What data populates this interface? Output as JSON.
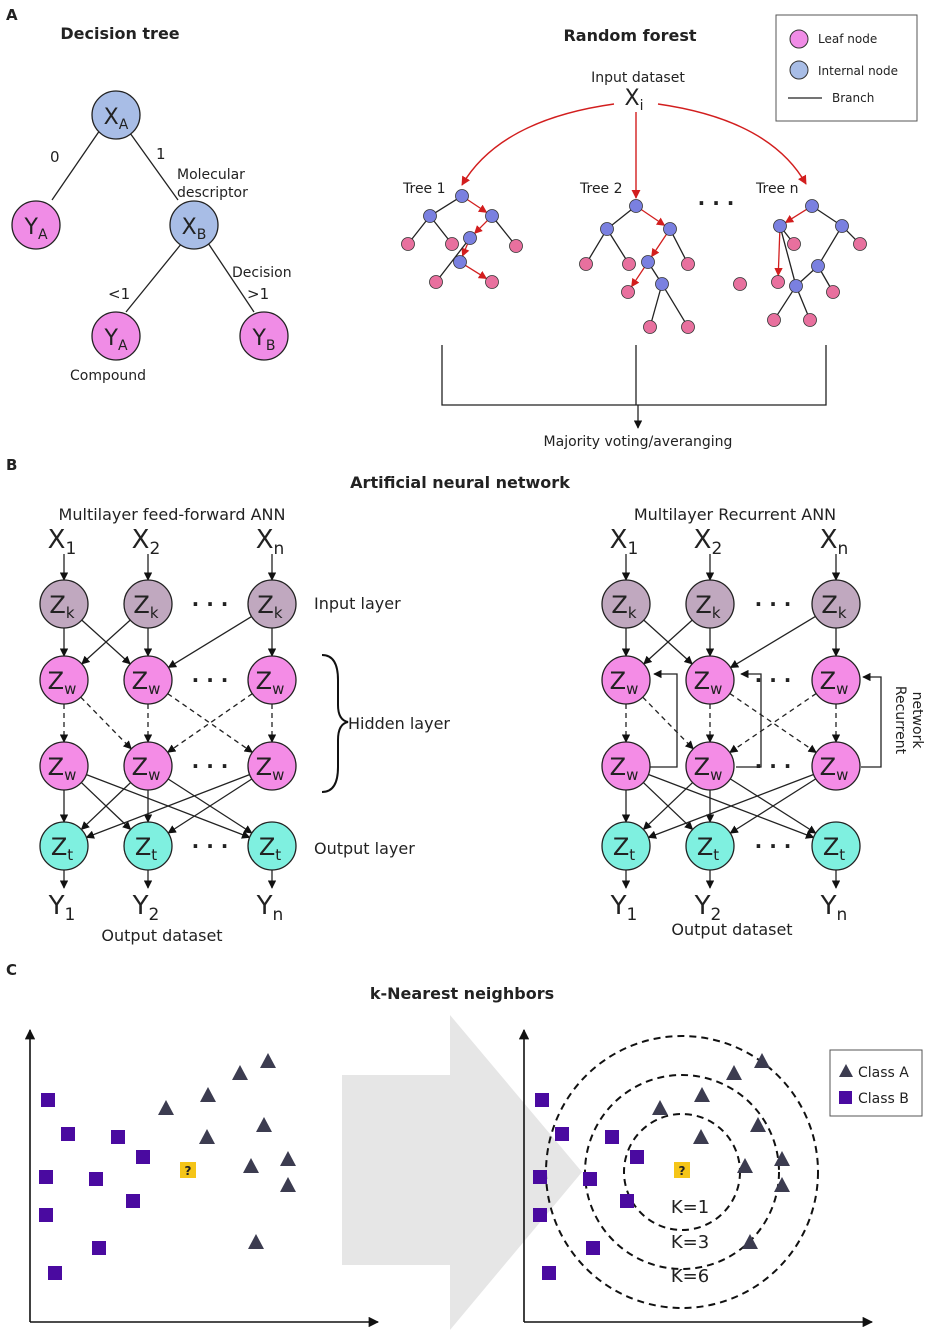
{
  "colors": {
    "leaf": "#f08ce6",
    "internal": "#a8bde6",
    "forest_node": "#7a80e0",
    "forest_leaf": "#e8709e",
    "input_node": "#c0a8bf",
    "hidden_node": "#f48ce6",
    "output_node": "#7ff0e0",
    "red_arrow": "#d21e1e",
    "class_a": "#3c3c50",
    "class_b": "#4a0aa0",
    "query": "#f5c518",
    "big_arrow": "#e6e6e6"
  },
  "panel_a": {
    "letter": "A",
    "title": "Decision tree",
    "nodes": {
      "root": {
        "main": "X",
        "sub": "A"
      },
      "left_leaf": {
        "main": "Y",
        "sub": "A"
      },
      "mid": {
        "main": "X",
        "sub": "B"
      },
      "bottom_left": {
        "main": "Y",
        "sub": "A"
      },
      "bottom_right": {
        "main": "Y",
        "sub": "B"
      }
    },
    "edge_labels": {
      "zero": "0",
      "one": "1",
      "lt1": "<1",
      "gt1": ">1"
    },
    "annotations": {
      "molecular": "Molecular",
      "descriptor": "descriptor",
      "decision": "Decision",
      "compound": "Compound"
    }
  },
  "panel_forest": {
    "title": "Random forest",
    "input_label": "Input dataset",
    "input_main": "X",
    "input_sub": "i",
    "trees": [
      "Tree 1",
      "Tree 2",
      "Tree n"
    ],
    "ellipsis": "· · ·",
    "output_label": "Majority voting/averanging",
    "legend": {
      "leaf": "Leaf node",
      "internal": "Internal node",
      "branch": "Branch"
    }
  },
  "panel_b": {
    "letter": "B",
    "title": "Artificial neural network",
    "left_title": "Multilayer feed-forward ANN",
    "right_title": "Multilayer Recurrent ANN",
    "inputs": [
      {
        "main": "X",
        "sub": "1"
      },
      {
        "main": "X",
        "sub": "2"
      },
      {
        "main": "X",
        "sub": "n"
      }
    ],
    "outputs": [
      {
        "main": "Y",
        "sub": "1"
      },
      {
        "main": "Y",
        "sub": "2"
      },
      {
        "main": "Y",
        "sub": "n"
      }
    ],
    "input_node": {
      "main": "Z",
      "sub": "k"
    },
    "hidden_node": {
      "main": "Z",
      "sub": "w"
    },
    "output_node": {
      "main": "Z",
      "sub": "t"
    },
    "ellipsis": "· · ·",
    "labels": {
      "input_layer": "Input layer",
      "hidden_layer": "Hidden layer",
      "output_layer": "Output layer",
      "output_dataset": "Output dataset",
      "recurrent_1": "Recurrent",
      "recurrent_2": "network"
    }
  },
  "panel_c": {
    "letter": "C",
    "title": "k-Nearest neighbors",
    "query_mark": "?",
    "k_labels": [
      "K=1",
      "K=3",
      "K=6"
    ],
    "legend": {
      "class_a": "Class A",
      "class_b": "Class B"
    },
    "points_b": [
      [
        48,
        1100
      ],
      [
        68,
        1134
      ],
      [
        118,
        1137
      ],
      [
        143,
        1157
      ],
      [
        46,
        1177
      ],
      [
        96,
        1179
      ],
      [
        133,
        1201
      ],
      [
        46,
        1215
      ],
      [
        99,
        1248
      ],
      [
        55,
        1273
      ]
    ],
    "points_a": [
      [
        268,
        1062
      ],
      [
        240,
        1074
      ],
      [
        208,
        1096
      ],
      [
        166,
        1109
      ],
      [
        264,
        1126
      ],
      [
        207,
        1138
      ],
      [
        251,
        1167
      ],
      [
        288,
        1160
      ],
      [
        288,
        1186
      ],
      [
        256,
        1243
      ]
    ],
    "query": [
      188,
      1170
    ]
  }
}
